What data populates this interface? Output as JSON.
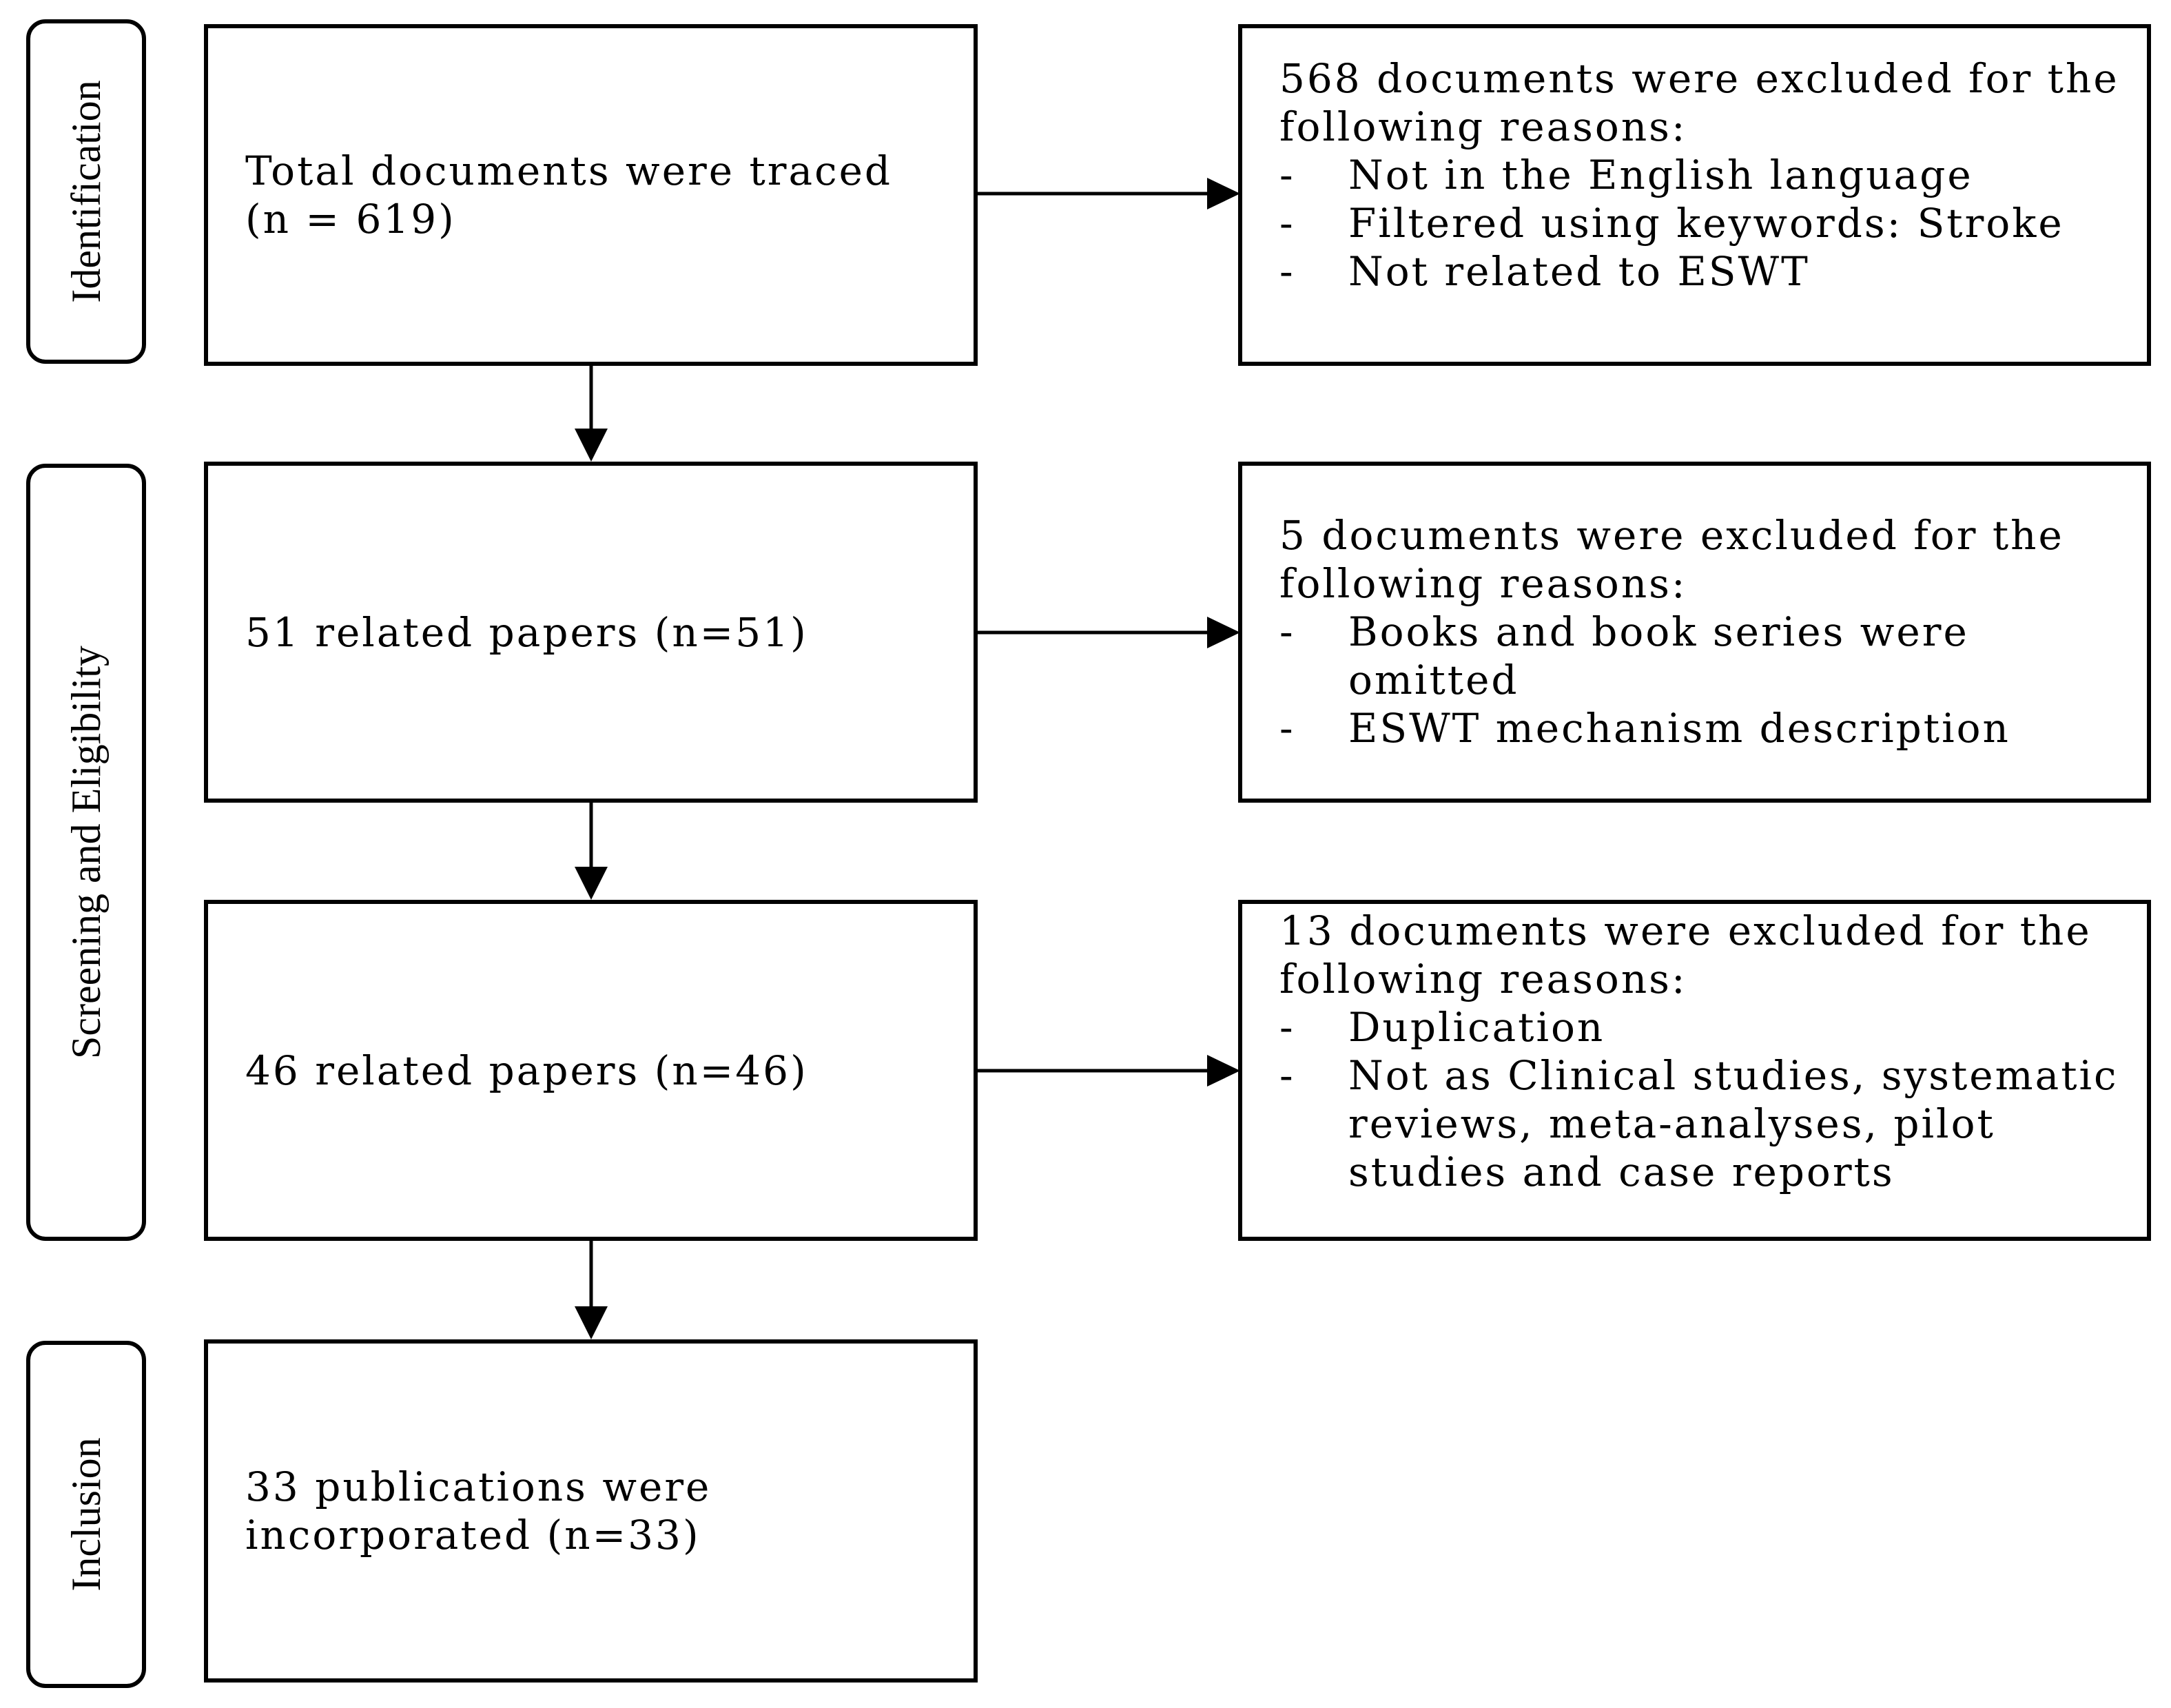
{
  "phases": {
    "identification": "Identification",
    "screening": "Screening and Eligibility",
    "inclusion": "Inclusion"
  },
  "main_boxes": {
    "total": "Total  documents were traced (n = 619)",
    "related51": "51 related papers (n=51)",
    "related46": "46 related papers (n=46)",
    "included": "33 publications were incorporated (n=33)"
  },
  "exclusions": {
    "first": {
      "intro": "568 documents were excluded for the following reasons:",
      "reasons": [
        "Not in the English language",
        "Filtered using keywords: Stroke",
        "Not related to ESWT"
      ]
    },
    "second": {
      "intro": "5 documents were excluded for the following reasons:",
      "reasons": [
        "Books and book series were omitted",
        "ESWT mechanism description"
      ]
    },
    "third": {
      "intro": "13 documents were excluded for the following reasons:",
      "reasons": [
        "Duplication",
        "Not as Clinical studies, systematic reviews, meta-analyses, pilot studies and case reports"
      ]
    },
    "bullet": "-"
  }
}
